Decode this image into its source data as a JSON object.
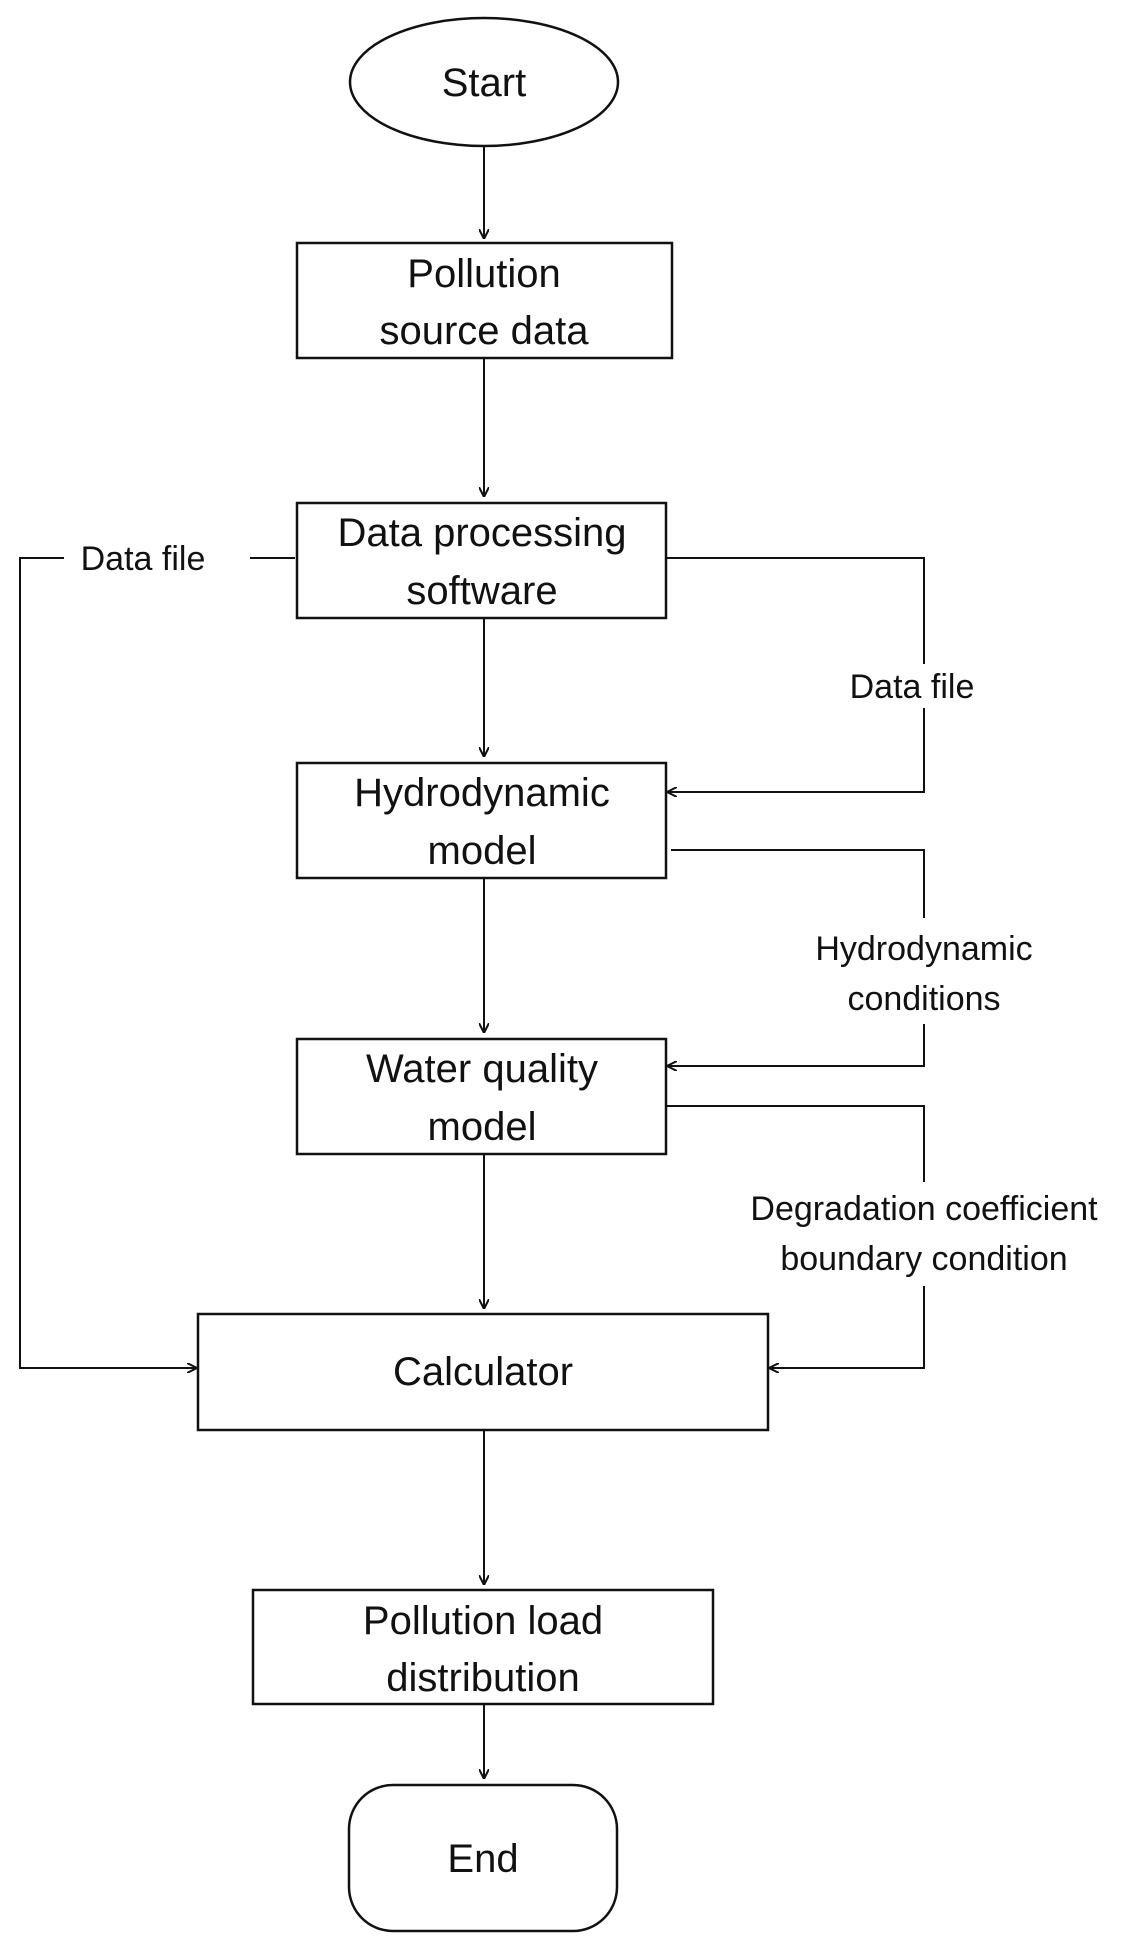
{
  "diagram": {
    "nodes": {
      "start": "Start",
      "source_l1": "Pollution",
      "source_l2": "source data",
      "processing_l1": "Data processing",
      "processing_l2": "software",
      "hydro_l1": "Hydrodynamic",
      "hydro_l2": "model",
      "quality_l1": "Water quality",
      "quality_l2": "model",
      "calculator": "Calculator",
      "load_l1": "Pollution load",
      "load_l2": "distribution",
      "end": "End"
    },
    "edges": {
      "left_data_file": "Data file",
      "right_data_file": "Data file",
      "hydro_cond_l1": "Hydrodynamic",
      "hydro_cond_l2": "conditions",
      "degradation_l1": "Degradation coefficient",
      "degradation_l2": "boundary condition"
    }
  }
}
